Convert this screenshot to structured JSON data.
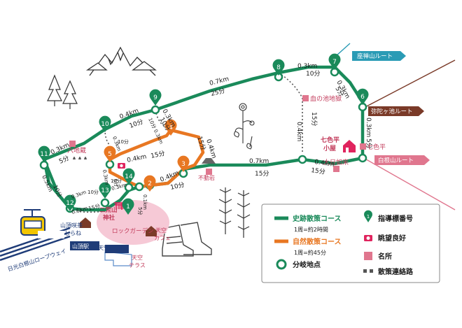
{
  "routes": {
    "zasenyama": "座禅山ルート",
    "midagaike": "弥陀ヶ池ルート",
    "shirane": "白根山ルート"
  },
  "segments": {
    "s8_7": {
      "dist": "0.3km",
      "time": "10分"
    },
    "s7_6": {
      "dist": "0.3km",
      "time": "5分"
    },
    "s6_5": {
      "dist": "0.3km",
      "time": "5分"
    },
    "s9_8": {
      "dist": "0.7km",
      "time": "25分"
    },
    "s10_9": {
      "dist": "0.4km",
      "time": "10分"
    },
    "s9_3": {
      "dist": "0.3km",
      "time": "10分"
    },
    "s11_10": {
      "dist": "0.3km",
      "time": "5分"
    },
    "s11_12": {
      "dist": "0.5km",
      "time": "10分"
    },
    "s5_4": {
      "dist": "0.4km",
      "time": "15分"
    },
    "s4_3": {
      "dist": "0.4km",
      "time": "15分"
    },
    "s3_2": {
      "dist": "0.4km",
      "time": "10分"
    },
    "s3_4": {
      "dist": "0.7km",
      "time": "15分"
    },
    "s4_5": {
      "dist": "0.4km",
      "time": "15分"
    },
    "s13_12": {
      "dist": "0.3km",
      "time": "10分"
    },
    "s12_14": {
      "dist": "0.5km",
      "time": "15分"
    },
    "s10_5b": {
      "dist": "0.3km",
      "time": "10分"
    },
    "s13_14": {
      "dist": "0.3km",
      "time": "10分"
    },
    "s14_5": {
      "dist": "0.3km",
      "time": "5分"
    },
    "s1_x": {
      "dist": "0.1km",
      "time": "5分"
    },
    "dotted_v": {
      "dist": "0.4km",
      "time": "15分"
    },
    "dashed_9_4": {
      "time": "10分 0.3km"
    }
  },
  "places": {
    "chinoike": "血の池地獄",
    "shichiirodaira_hut_l1": "七色平",
    "shichiirodaira_hut_l2": "小屋",
    "shichiirodaira": "七色平",
    "dainichi": "大日如来",
    "rokujizo": "六地蔵",
    "fudoiwa": "不動岩",
    "futara_l1": "二荒山",
    "futara_l2": "神社",
    "rock_garden": "ロックガーデン",
    "sanchoeki": "山頂駅",
    "shirane_l1": "山頂咲茶",
    "shirane_l2": "しらね",
    "foot_bath": "天空の足湯",
    "cafe_l1": "天空",
    "cafe_l2": "カフェ",
    "terrace_l1": "天空",
    "terrace_l2": "テラス",
    "ropeway": "日光白根山ロープウェイ"
  },
  "nodes": [
    "1",
    "2",
    "3",
    "4",
    "5",
    "6",
    "7",
    "8",
    "9",
    "10",
    "11",
    "12",
    "13",
    "14"
  ],
  "orange_nodes": [
    "2",
    "3",
    "4",
    "5"
  ],
  "legend": {
    "history": "史跡散策コース",
    "history_sub": "1周=約2時間",
    "nature": "自然散策コース",
    "nature_sub": "1周=約45分",
    "branch": "分岐地点",
    "guide": "指導標番号",
    "view": "眺望良好",
    "place": "名所",
    "link": "散策連絡路"
  },
  "colors": {
    "green": "#1a8a5a",
    "orange": "#e87722",
    "pink": "#e0768e",
    "teal": "#2a9bb5",
    "brown": "#7a3a28",
    "navy": "#1f3c78",
    "yellow": "#f2c500"
  }
}
